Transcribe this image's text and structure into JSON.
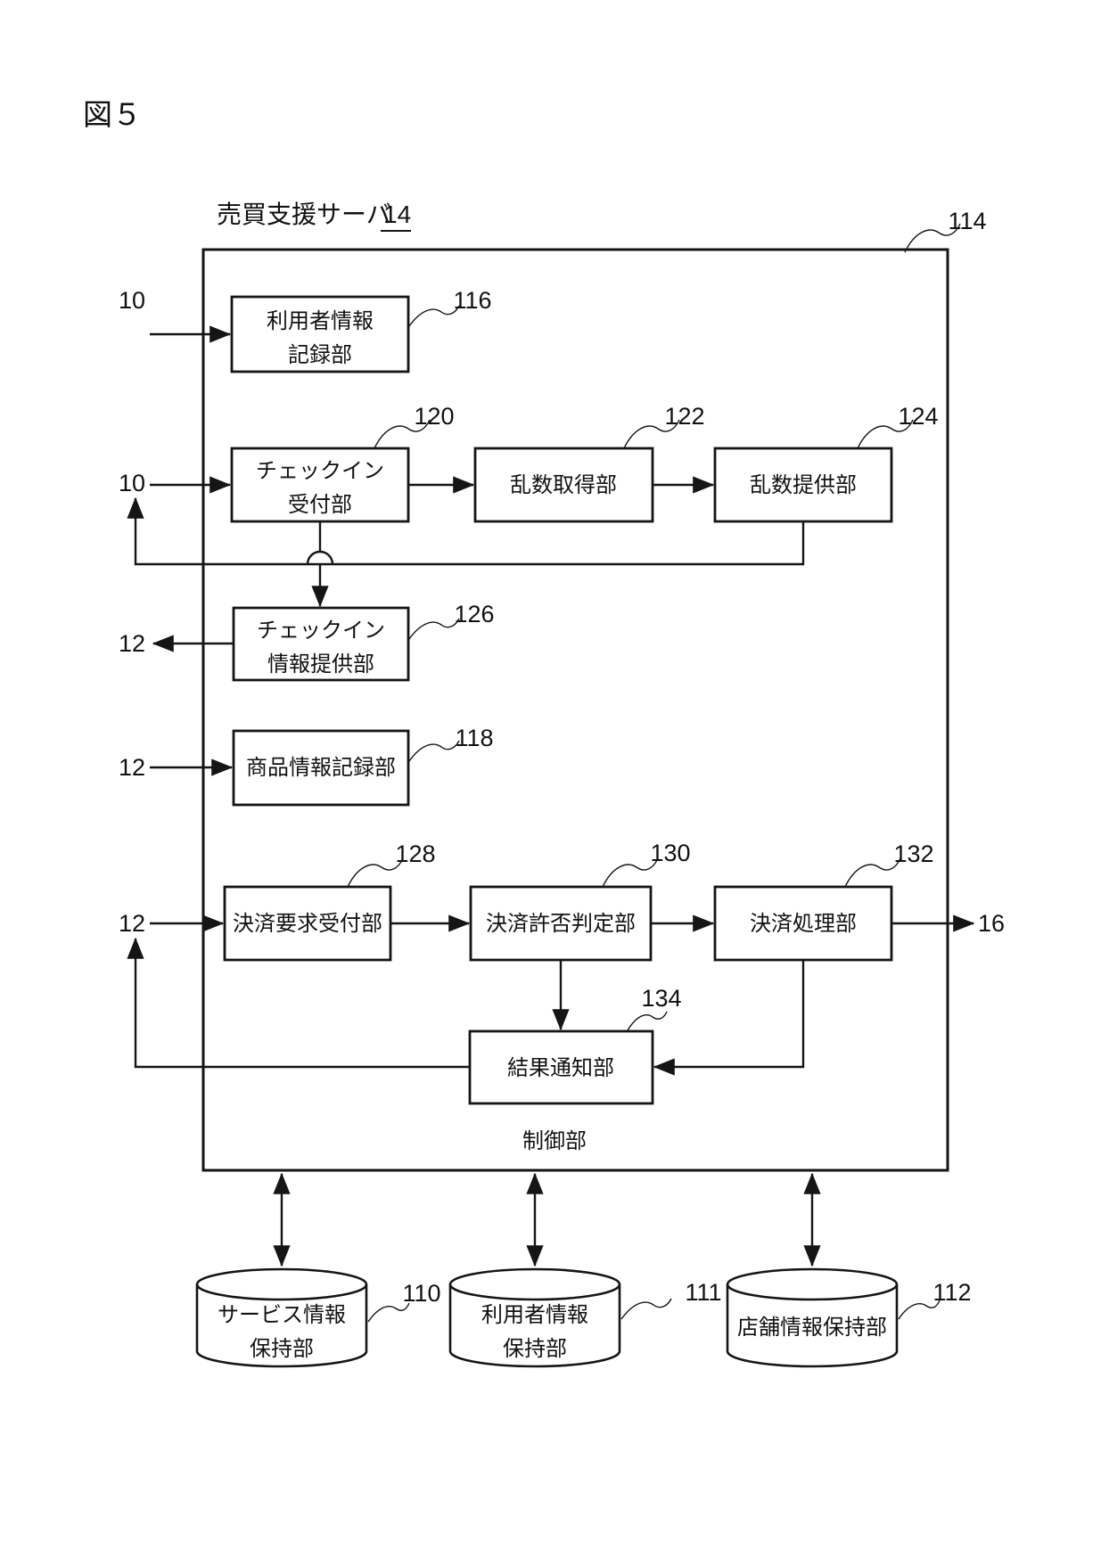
{
  "colors": {
    "background": "#ffffff",
    "line": "#151515"
  },
  "figure_label": "図５",
  "server": {
    "title": "売買支援サーバ",
    "title_ref": "14",
    "ref": "114",
    "footer_label": "制御部"
  },
  "external_ports": {
    "user_record_in": "10",
    "checkin_in": "10",
    "checkin_info_out": "12",
    "product_record_in": "12",
    "payment_request_in": "12",
    "settlement_out": "16"
  },
  "units": [
    {
      "id": "user-info-recorder",
      "lines": [
        "利用者情報",
        "記録部"
      ],
      "ref": "116"
    },
    {
      "id": "checkin-reception",
      "lines": [
        "チェックイン",
        "受付部"
      ],
      "ref": "120"
    },
    {
      "id": "random-number-acquisition",
      "lines": [
        "乱数取得部"
      ],
      "ref": "122"
    },
    {
      "id": "random-number-provider",
      "lines": [
        "乱数提供部"
      ],
      "ref": "124"
    },
    {
      "id": "checkin-info-provider",
      "lines": [
        "チェックイン",
        "情報提供部"
      ],
      "ref": "126"
    },
    {
      "id": "product-info-recorder",
      "lines": [
        "商品情報記録部"
      ],
      "ref": "118"
    },
    {
      "id": "payment-request-reception",
      "lines": [
        "決済要求受付部"
      ],
      "ref": "128"
    },
    {
      "id": "payment-permission-judgment",
      "lines": [
        "決済許否判定部"
      ],
      "ref": "130"
    },
    {
      "id": "payment-processing",
      "lines": [
        "決済処理部"
      ],
      "ref": "132"
    },
    {
      "id": "result-notification",
      "lines": [
        "結果通知部"
      ],
      "ref": "134"
    }
  ],
  "datastores": [
    {
      "id": "service-info-holder",
      "lines": [
        "サービス情報",
        "保持部"
      ],
      "ref": "110"
    },
    {
      "id": "user-info-holder",
      "lines": [
        "利用者情報",
        "保持部"
      ],
      "ref": "111"
    },
    {
      "id": "store-info-holder",
      "lines": [
        "店舗情報保持部"
      ],
      "ref": "112"
    }
  ]
}
